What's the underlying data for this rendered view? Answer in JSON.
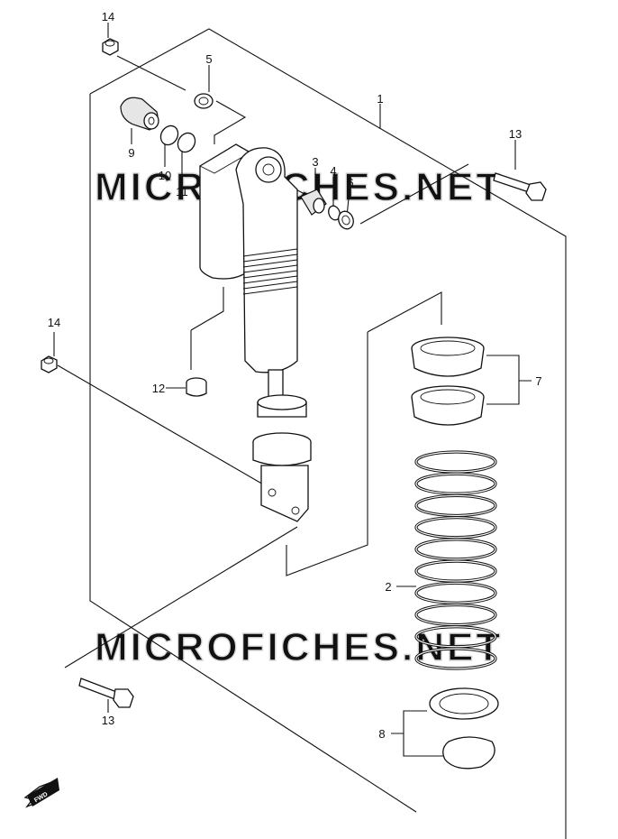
{
  "callouts": [
    {
      "id": "1",
      "text": "1"
    },
    {
      "id": "2",
      "text": "2"
    },
    {
      "id": "3",
      "text": "3"
    },
    {
      "id": "4",
      "text": "4"
    },
    {
      "id": "5",
      "text": "5"
    },
    {
      "id": "6",
      "text": "6"
    },
    {
      "id": "7",
      "text": "7"
    },
    {
      "id": "8",
      "text": "8"
    },
    {
      "id": "9",
      "text": "9"
    },
    {
      "id": "10",
      "text": "10"
    },
    {
      "id": "11",
      "text": "11"
    },
    {
      "id": "12",
      "text": "12"
    },
    {
      "id": "13a",
      "text": "13"
    },
    {
      "id": "13b",
      "text": "13"
    },
    {
      "id": "14a",
      "text": "14"
    },
    {
      "id": "14b",
      "text": "14"
    }
  ],
  "watermark": "MICROFICHES.NET",
  "fwd_label": "FWD"
}
